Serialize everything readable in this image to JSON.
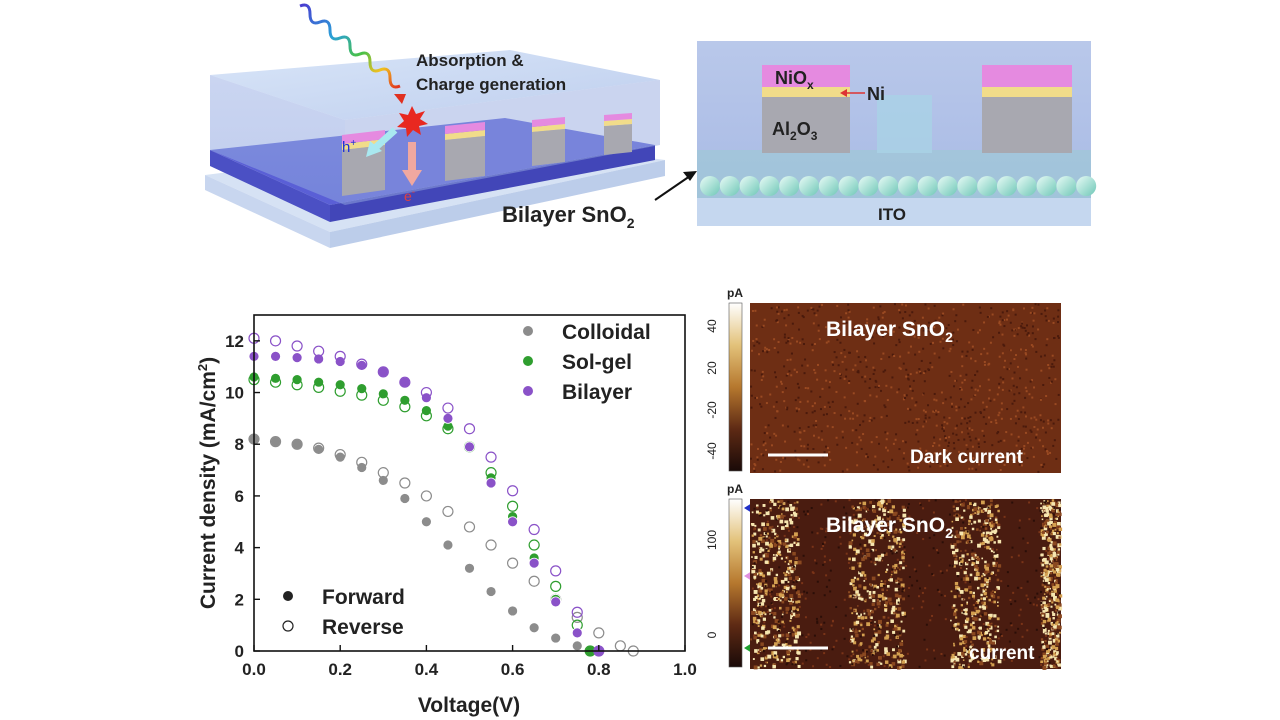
{
  "schematic": {
    "absorption_line1": "Absorption &",
    "absorption_line2": "Charge generation",
    "hole_label": "h",
    "hole_sup": "+",
    "electron_label": "e",
    "electron_sup": "-",
    "bilayer_label": "Bilayer SnO",
    "bilayer_sub": "2",
    "nio_label": "NiO",
    "nio_sub": "x",
    "ni_label": "Ni",
    "al2o3_label_a": "Al",
    "al2o3_sub_a": "2",
    "al2o3_label_b": "O",
    "al2o3_sub_b": "3",
    "ito_label": "ITO"
  },
  "colors": {
    "colloidal": "#8c8c8c",
    "solgel": "#2f9e2f",
    "bilayer": "#8a52c8",
    "substrate_blue": "#5a5fd6",
    "nio_pink": "#e58ae0",
    "ni_yellow": "#f1dc8a",
    "al2o3_gray": "#a8a8b0"
  },
  "chart_data": [
    {
      "type": "scatter",
      "xlabel": "Voltage(V)",
      "ylabel": "Current density (mA/cm",
      "ylabel_sup": "2",
      "ylabel_end": ")",
      "xlim": [
        0.0,
        1.0
      ],
      "ylim": [
        0,
        13
      ],
      "xticks": [
        "0.0",
        "0.2",
        "0.4",
        "0.6",
        "0.8",
        "1.0"
      ],
      "yticks": [
        "0",
        "2",
        "4",
        "6",
        "8",
        "10",
        "12"
      ],
      "legend_series": [
        {
          "name": "Colloidal",
          "color_key": "colloidal"
        },
        {
          "name": "Sol-gel",
          "color_key": "solgel"
        },
        {
          "name": "Bilayer",
          "color_key": "bilayer"
        }
      ],
      "legend_scan": [
        {
          "name": "Forward",
          "filled": true
        },
        {
          "name": "Reverse",
          "filled": false
        }
      ],
      "legend_placement": "top-right",
      "scan_legend_placement": "bottom-left",
      "series": [
        {
          "name": "Colloidal",
          "scan": "Forward",
          "color_key": "colloidal",
          "filled": true,
          "x": [
            0.0,
            0.05,
            0.1,
            0.15,
            0.2,
            0.25,
            0.3,
            0.35,
            0.4,
            0.45,
            0.5,
            0.55,
            0.6,
            0.65,
            0.7,
            0.75,
            0.8
          ],
          "y": [
            8.2,
            8.1,
            8.0,
            7.8,
            7.5,
            7.1,
            6.6,
            5.9,
            5.0,
            4.1,
            3.2,
            2.3,
            1.55,
            0.9,
            0.5,
            0.2,
            0.0
          ]
        },
        {
          "name": "Colloidal",
          "scan": "Reverse",
          "color_key": "colloidal",
          "filled": false,
          "x": [
            0.0,
            0.05,
            0.1,
            0.15,
            0.2,
            0.25,
            0.3,
            0.35,
            0.4,
            0.45,
            0.5,
            0.55,
            0.6,
            0.65,
            0.7,
            0.75,
            0.8,
            0.85,
            0.88
          ],
          "y": [
            8.2,
            8.1,
            8.0,
            7.85,
            7.6,
            7.3,
            6.9,
            6.5,
            6.0,
            5.4,
            4.8,
            4.1,
            3.4,
            2.7,
            2.0,
            1.3,
            0.7,
            0.2,
            0.0
          ]
        },
        {
          "name": "Sol-gel",
          "scan": "Forward",
          "color_key": "solgel",
          "filled": true,
          "x": [
            0.0,
            0.05,
            0.1,
            0.15,
            0.2,
            0.25,
            0.3,
            0.35,
            0.4,
            0.45,
            0.5,
            0.55,
            0.6,
            0.65,
            0.7,
            0.75,
            0.78
          ],
          "y": [
            10.6,
            10.55,
            10.5,
            10.4,
            10.3,
            10.15,
            9.95,
            9.7,
            9.3,
            8.7,
            7.9,
            6.7,
            5.2,
            3.6,
            2.0,
            0.7,
            0.0
          ]
        },
        {
          "name": "Sol-gel",
          "scan": "Reverse",
          "color_key": "solgel",
          "filled": false,
          "x": [
            0.0,
            0.05,
            0.1,
            0.15,
            0.2,
            0.25,
            0.3,
            0.35,
            0.4,
            0.45,
            0.5,
            0.55,
            0.6,
            0.65,
            0.7,
            0.75,
            0.78
          ],
          "y": [
            10.5,
            10.4,
            10.3,
            10.2,
            10.05,
            9.9,
            9.7,
            9.45,
            9.1,
            8.6,
            7.9,
            6.9,
            5.6,
            4.1,
            2.5,
            1.0,
            0.0
          ]
        },
        {
          "name": "Bilayer",
          "scan": "Forward",
          "color_key": "bilayer",
          "filled": true,
          "x": [
            0.0,
            0.05,
            0.1,
            0.15,
            0.2,
            0.25,
            0.3,
            0.35,
            0.4,
            0.45,
            0.5,
            0.55,
            0.6,
            0.65,
            0.7,
            0.75,
            0.8
          ],
          "y": [
            11.4,
            11.4,
            11.35,
            11.3,
            11.2,
            11.05,
            10.8,
            10.4,
            9.8,
            9.0,
            7.9,
            6.5,
            5.0,
            3.4,
            1.9,
            0.7,
            0.0
          ]
        },
        {
          "name": "Bilayer",
          "scan": "Reverse",
          "color_key": "bilayer",
          "filled": false,
          "x": [
            0.0,
            0.05,
            0.1,
            0.15,
            0.2,
            0.25,
            0.3,
            0.35,
            0.4,
            0.45,
            0.5,
            0.55,
            0.6,
            0.65,
            0.7,
            0.75,
            0.8
          ],
          "y": [
            12.1,
            12.0,
            11.8,
            11.6,
            11.4,
            11.1,
            10.8,
            10.4,
            10.0,
            9.4,
            8.6,
            7.5,
            6.2,
            4.7,
            3.1,
            1.5,
            0.0
          ]
        }
      ]
    },
    {
      "type": "heatmap",
      "title": "Bilayer SnO",
      "title_sub": "2",
      "annotation": "Dark current",
      "colorbar_unit": "pA",
      "colorbar_ticks": [
        "40",
        "20",
        "-20",
        "-40"
      ],
      "zlim": [
        -50,
        50
      ]
    },
    {
      "type": "heatmap",
      "title": "Bilayer SnO",
      "title_sub": "2",
      "annotation": "current",
      "colorbar_unit": "pA",
      "colorbar_ticks": [
        "100",
        "0"
      ],
      "zlim": [
        -20,
        140
      ]
    }
  ]
}
